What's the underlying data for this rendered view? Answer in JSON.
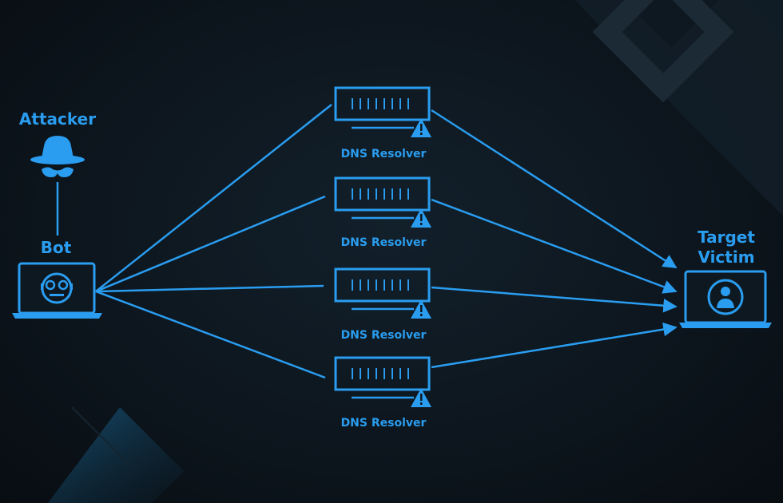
{
  "nodes": {
    "attacker_label": "Attacker",
    "bot_label": "Bot",
    "target_label_line1": "Target",
    "target_label_line2": "Victim",
    "resolvers": [
      {
        "label": "DNS Resolver"
      },
      {
        "label": "DNS Resolver"
      },
      {
        "label": "DNS Resolver"
      },
      {
        "label": "DNS Resolver"
      }
    ]
  },
  "colors": {
    "accent": "#2a9df0",
    "background": "#0d161e"
  },
  "icons": {
    "attacker": "hat-spy-icon",
    "bot": "robot-laptop-icon",
    "resolver": "server-rack-icon",
    "warning": "warning-triangle-icon",
    "target": "user-laptop-icon"
  }
}
